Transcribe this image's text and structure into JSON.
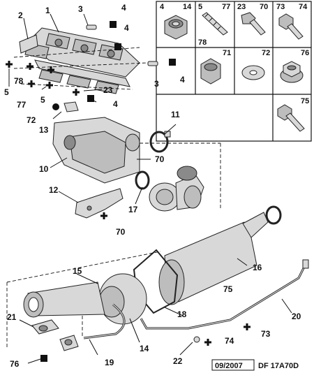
{
  "diagram": {
    "callouts": {
      "c1": "1",
      "c2": "2",
      "c3a": "3",
      "c4a": "4",
      "c4b": "4",
      "c3b": "3",
      "c4c": "4",
      "c5a": "5",
      "c78": "78",
      "c77": "77",
      "c5b": "5",
      "c23": "23",
      "c4d": "4",
      "c72": "72",
      "c13": "13",
      "c11": "11",
      "c70a": "70",
      "c10": "10",
      "c12": "12",
      "c17": "17",
      "c70b": "70",
      "c16": "16",
      "c15": "15",
      "c75": "75",
      "c18": "18",
      "c20": "20",
      "c21": "21",
      "c14": "14",
      "c73": "73",
      "c74": "74",
      "c76": "76",
      "c19": "19",
      "c22": "22"
    },
    "legend": {
      "cells": [
        {
          "labels": [
            "4",
            "14"
          ]
        },
        {
          "labels": [
            "5",
            "77",
            "78"
          ]
        },
        {
          "labels": [
            "23",
            "70"
          ]
        },
        {
          "labels": [
            "73",
            "74"
          ]
        },
        {
          "labels": [
            "71"
          ]
        },
        {
          "labels": [
            "72"
          ]
        },
        {
          "labels": [
            "76"
          ]
        },
        {
          "labels": [
            "75"
          ]
        }
      ]
    },
    "footer": {
      "date": "09/2007",
      "reference": "DF 17A70D"
    }
  }
}
